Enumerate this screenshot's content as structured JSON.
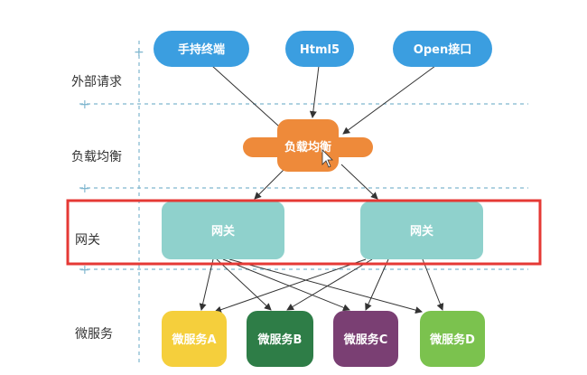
{
  "layers": {
    "external": "外部请求",
    "lb": "负载均衡",
    "gateway": "网关",
    "micro": "微服务"
  },
  "nodes": {
    "mobile": "手持终端",
    "html5": "Html5",
    "open_api": "Open接口",
    "load_balancer": "负载均衡",
    "gateway_1": "网关",
    "gateway_2": "网关",
    "svc_a": "微服务A",
    "svc_b": "微服务B",
    "svc_c": "微服务C",
    "svc_d": "微服务D"
  },
  "colors": {
    "client_node": "#3b9ee0",
    "load_balancer": "#ee8a3a",
    "gateway": "#8fd1cc",
    "svc_a": "#f5cf3c",
    "svc_b": "#2e7d47",
    "svc_c": "#7a3f73",
    "svc_d": "#7bc24e",
    "highlight": "#e53935",
    "divider": "#7fb6cf"
  }
}
